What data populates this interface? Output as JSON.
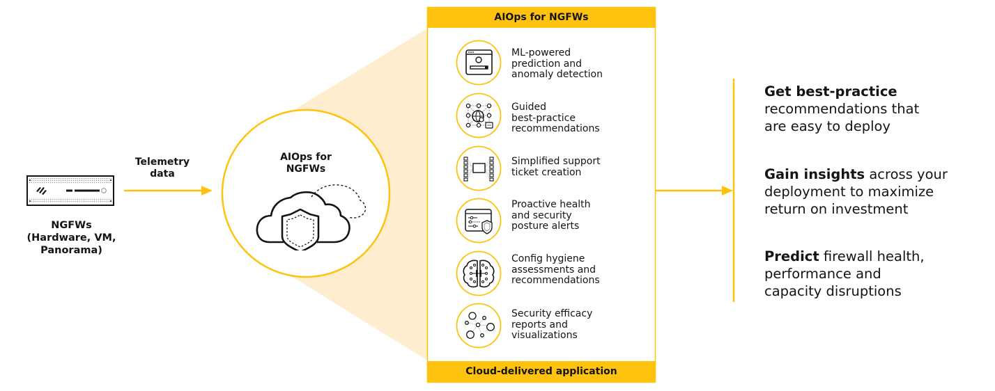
{
  "colors": {
    "accent": "#FFC20E",
    "cone_fill": "#FFEDCF",
    "text": "#141414"
  },
  "source": {
    "icon": "firewall-appliance-icon",
    "label_lines": [
      "NGFWs",
      "(Hardware, VM,",
      "Panorama)"
    ]
  },
  "flow_label": {
    "lines": [
      "Telemetry",
      "data"
    ]
  },
  "hub": {
    "title_lines": [
      "AIOps for",
      "NGFWs"
    ],
    "icon": "cloud-shield-icon"
  },
  "panel": {
    "header": "AIOps for NGFWs",
    "footer": "Cloud-delivered application",
    "features": [
      {
        "icon": "dashboard-window-icon",
        "lines": [
          "ML-powered",
          "prediction and",
          "anomaly detection"
        ]
      },
      {
        "icon": "network-globe-icon",
        "lines": [
          "Guided",
          "best-practice",
          "recommendations"
        ]
      },
      {
        "icon": "support-ticket-icon",
        "lines": [
          "Simplified support",
          "ticket creation"
        ]
      },
      {
        "icon": "settings-shield-icon",
        "lines": [
          "Proactive health",
          "and security",
          "posture alerts"
        ]
      },
      {
        "icon": "brain-circuit-icon",
        "lines": [
          "Config hygiene",
          "assessments and",
          "recommendations"
        ]
      },
      {
        "icon": "bubble-network-icon",
        "lines": [
          "Security efficacy",
          "reports and",
          "visualizations"
        ]
      }
    ]
  },
  "benefits": [
    {
      "bold": "Get best-practice",
      "rest_lines": [
        "recommendations that",
        "are easy to deploy"
      ]
    },
    {
      "bold": "Gain insights",
      "rest_inline": " across your",
      "rest_lines": [
        "deployment to maximize",
        "return on investment"
      ]
    },
    {
      "bold": "Predict",
      "rest_inline": " firewall health,",
      "rest_lines": [
        "performance and",
        "capacity disruptions"
      ]
    }
  ]
}
